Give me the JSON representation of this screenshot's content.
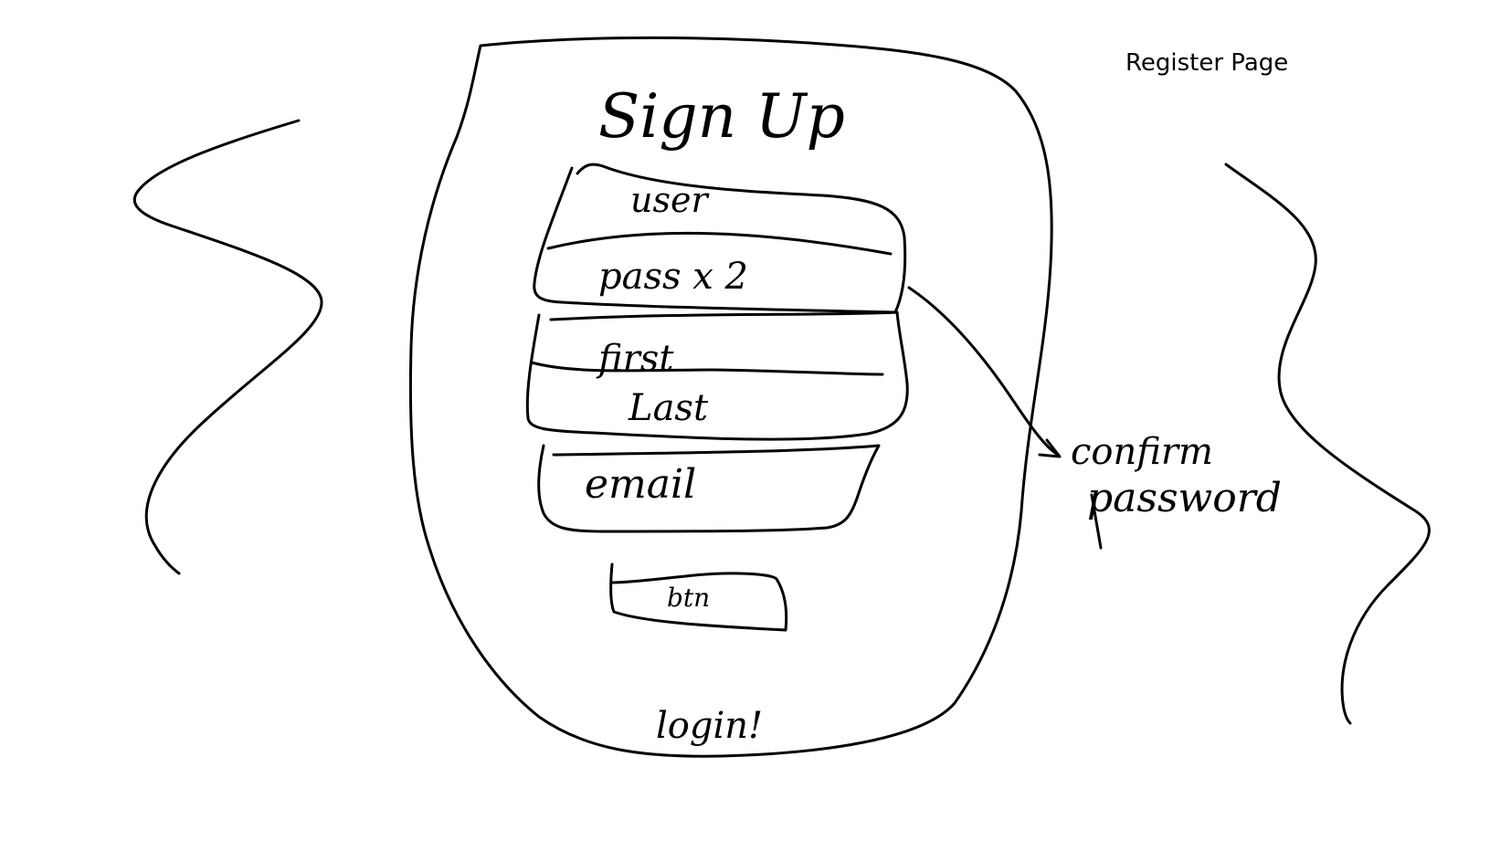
{
  "page_title": "Register Page",
  "sketch": {
    "heading": "Sign Up",
    "fields": [
      {
        "label": "user"
      },
      {
        "label": "pass x 2"
      },
      {
        "label": "first"
      },
      {
        "label": "Last"
      },
      {
        "label": "email"
      }
    ],
    "button_label": "btn",
    "footer_link": "login!",
    "annotation": {
      "line1": "confirm",
      "line2": "password"
    }
  },
  "colors": {
    "ink": "#000000",
    "paper": "#ffffff"
  }
}
